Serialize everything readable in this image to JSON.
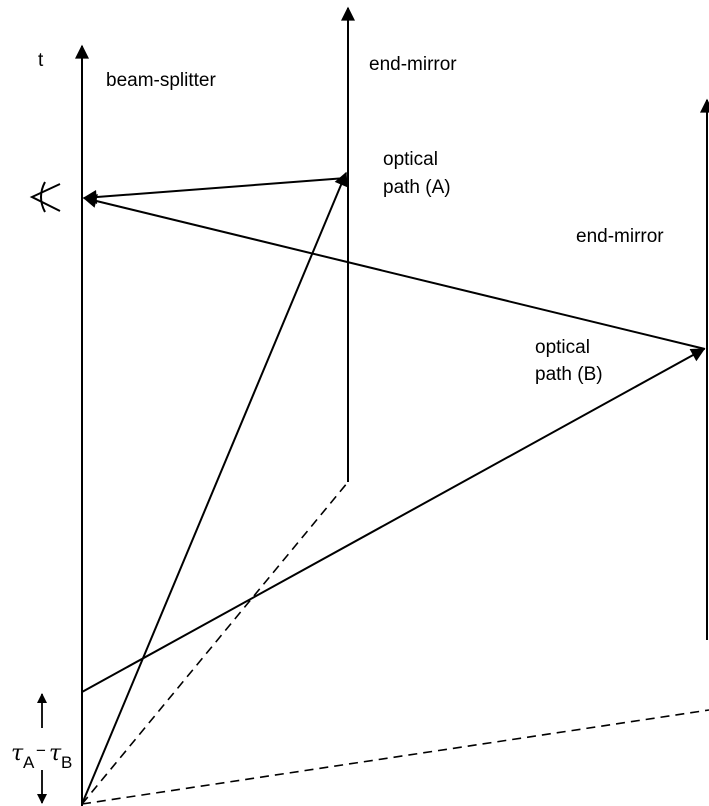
{
  "labels": {
    "time_axis": "t",
    "beam_splitter": "beam-splitter",
    "end_mirror_a": "end-mirror",
    "end_mirror_b": "end-mirror",
    "path_a_line1": "optical",
    "path_a_line2": "path (A)",
    "path_b_line1": "optical",
    "path_b_line2": "path (B)",
    "delay_tau": "τ",
    "delay_sub_a": "A",
    "delay_minus": "−",
    "delay_sub_b": "B"
  },
  "icons": {
    "observer": "eye-icon"
  },
  "colors": {
    "stroke": "#000000",
    "background": "#ffffff"
  }
}
